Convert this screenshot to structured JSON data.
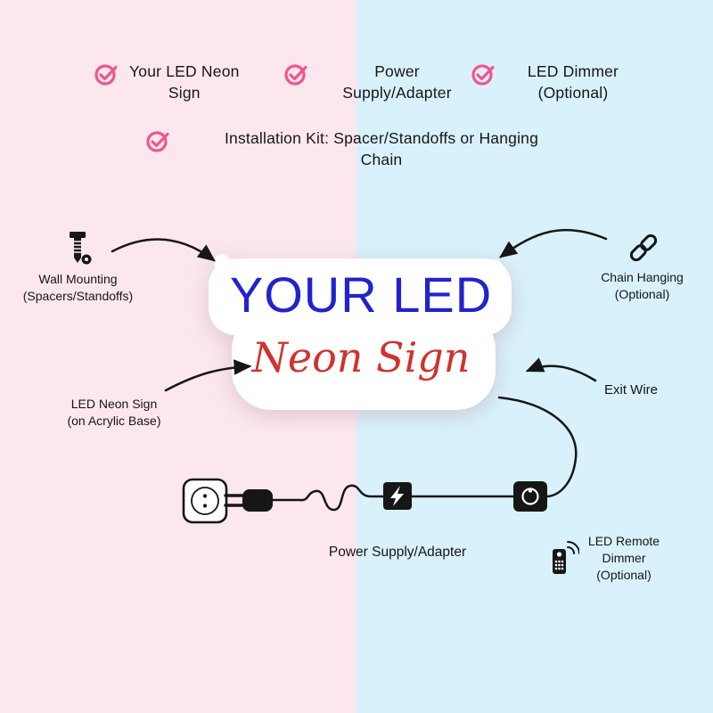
{
  "colors": {
    "bg_left": "#fce7ef",
    "bg_right": "#d9f1fb",
    "accent_pink": "#f2558c",
    "ink": "#161616",
    "sign_blue": "#2222cf",
    "sign_red": "#d1322e",
    "sign_white": "#ffffff"
  },
  "checklist": [
    {
      "label": "Your LED Neon\nSign"
    },
    {
      "label": "Power\nSupply/Adapter"
    },
    {
      "label": "LED Dimmer\n(Optional)"
    },
    {
      "label": "Installation Kit: Spacer/Standoffs or Hanging\nChain"
    }
  ],
  "sign": {
    "line1": "YOUR LED",
    "line2": "Neon Sign"
  },
  "annotations": {
    "wall_mounting": "Wall Mounting\n(Spacers/Standoffs)",
    "chain_hanging": "Chain Hanging\n(Optional)",
    "led_neon_sign": "LED Neon Sign\n(on Acrylic Base)",
    "exit_wire": "Exit Wire",
    "power_supply": "Power Supply/Adapter",
    "remote_dimmer": "LED Remote\nDimmer\n(Optional)"
  },
  "icons": {
    "check": "circled check mark",
    "screw": "wall screw with standoff nut",
    "chain": "two chain links",
    "socket": "EU wall socket",
    "plug": "two-prong power plug",
    "adapter": "power adapter with lightning bolt",
    "dimmer": "inline dimmer switch",
    "remote": "remote control with signal waves"
  }
}
